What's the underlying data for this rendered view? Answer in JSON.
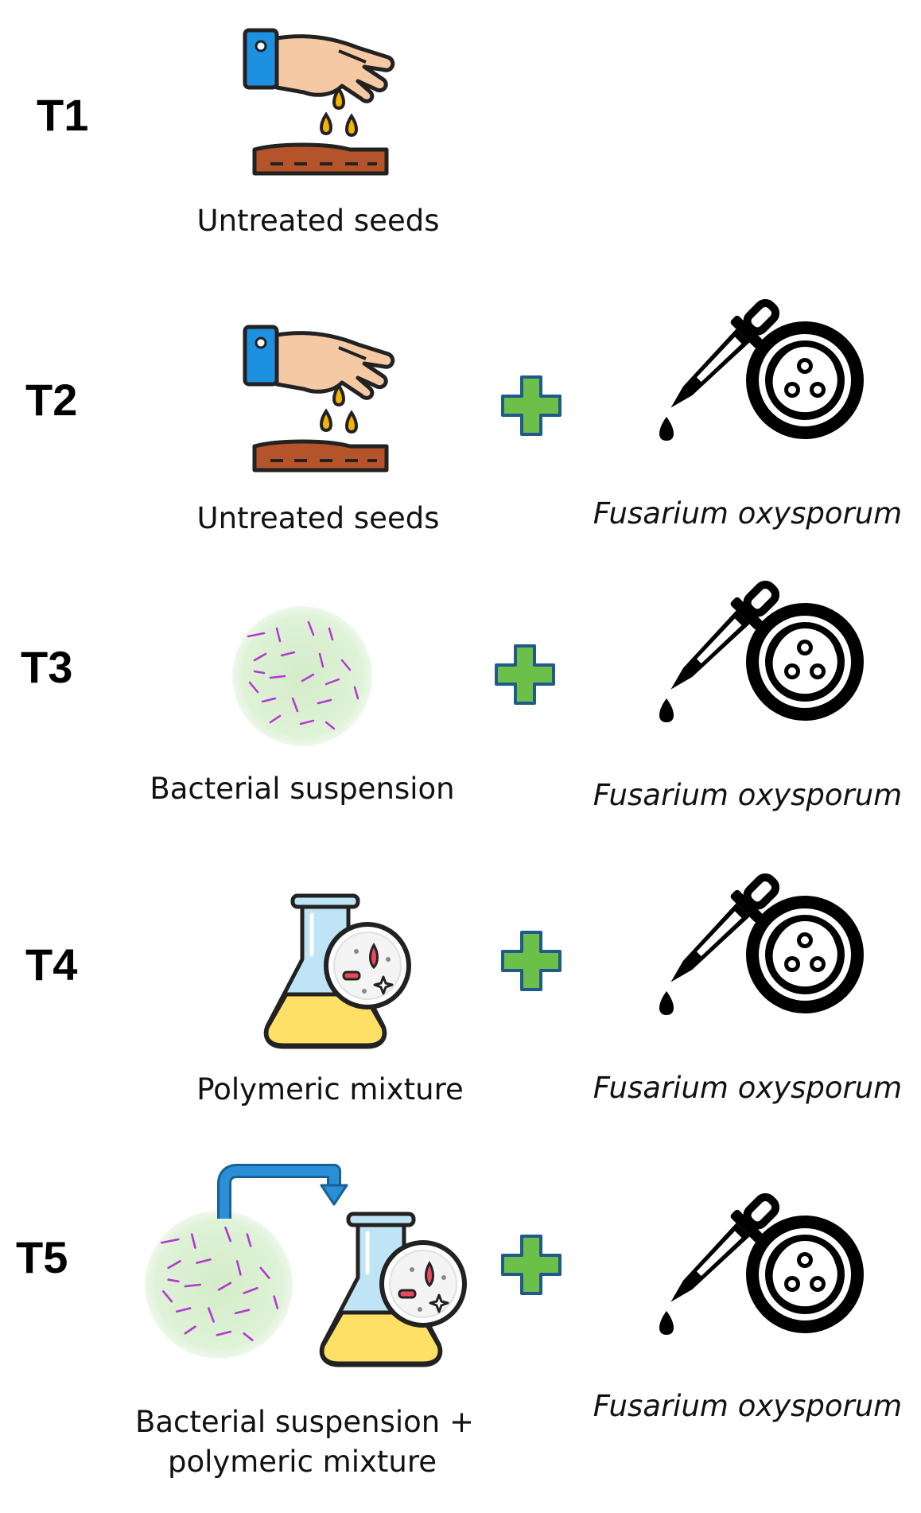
{
  "rows": [
    {
      "label": "T1",
      "caption": "Untreated seeds"
    },
    {
      "label": "T2",
      "caption": "Untreated seeds",
      "pathogen": "Fusarium oxysporum"
    },
    {
      "label": "T3",
      "caption": "Bacterial suspension",
      "pathogen": "Fusarium oxysporum"
    },
    {
      "label": "T4",
      "caption": "Polymeric mixture",
      "pathogen": "Fusarium oxysporum"
    },
    {
      "label": "T5",
      "caption_line1": "Bacterial suspension +",
      "caption_line2": "polymeric mixture",
      "pathogen": "Fusarium oxysporum"
    }
  ],
  "icons": {
    "seed": "hand-sowing-seeds-icon",
    "bacteria": "bacterial-suspension-icon",
    "flask": "polymer-flask-icon",
    "pathogen": "pipette-petri-dish-icon",
    "plus": "plus-icon",
    "arrow": "transfer-arrow-icon"
  },
  "colors": {
    "plus_fill": "#6cc04a",
    "plus_stroke": "#1f5a8a",
    "arrow": "#2a8fd6",
    "soil": "#b5532a",
    "seed": "#f5b400",
    "cuff": "#1e90e0",
    "flask_liquid": "#ffe066",
    "flask_glass": "#bfe4f5",
    "bacteria_bg": "#d8efd0",
    "bacteria_rod": "#b13bd1"
  }
}
